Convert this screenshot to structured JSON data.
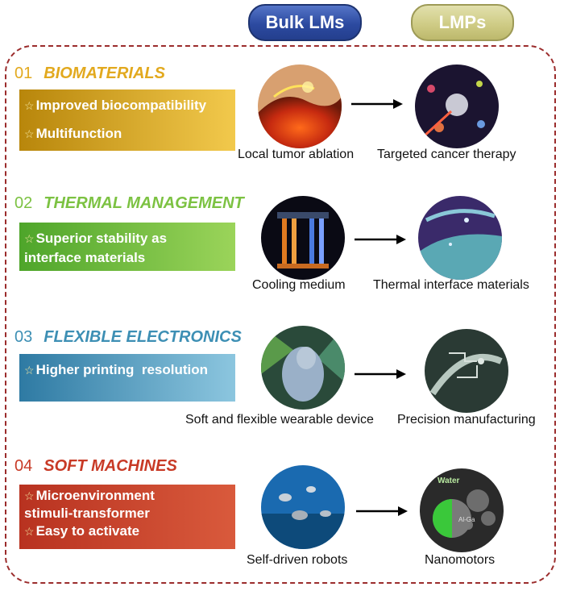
{
  "header": {
    "bulk_label": "Bulk LMs",
    "lmp_label": "LMPs"
  },
  "sections": [
    {
      "number": "01",
      "title": "BIOMATERIALS",
      "title_color": "#e2a91e",
      "box_gradient": [
        "#b8860b",
        "#f2c94c"
      ],
      "points": [
        "Improved biocompatibility",
        "Multifunction"
      ],
      "left_caption": "Local tumor ablation",
      "right_caption": "Targeted cancer therapy",
      "left_icon": "tumor-ablation-image",
      "right_icon": "nanoparticle-therapy-image"
    },
    {
      "number": "02",
      "title": "THERMAL MANAGEMENT",
      "title_color": "#7cc242",
      "box_gradient": [
        "#4ea52a",
        "#9bd45a"
      ],
      "points": [
        "Superior stability as",
        "interface materials"
      ],
      "left_caption": "Cooling medium",
      "right_caption": "Thermal interface materials",
      "left_icon": "cooling-medium-image",
      "right_icon": "thermal-interface-image"
    },
    {
      "number": "03",
      "title": "FLEXIBLE ELECTRONICS",
      "title_color": "#3d8fb4",
      "box_gradient": [
        "#2e7aa3",
        "#8cc6df"
      ],
      "points": [
        "Higher printing  resolution"
      ],
      "left_caption": "Soft and flexible wearable device",
      "right_caption": "Precision manufacturing",
      "left_icon": "wearable-device-image",
      "right_icon": "precision-circuit-image"
    },
    {
      "number": "04",
      "title": "SOFT MACHINES",
      "title_color": "#c83a26",
      "box_gradient": [
        "#b83220",
        "#d95a3c"
      ],
      "points": [
        "Microenvironment",
        "stimuli-transformer",
        "Easy to activate"
      ],
      "left_caption": "Self-driven robots",
      "right_caption": "Nanomotors",
      "left_icon": "self-driven-robots-image",
      "right_icon": "nanomotor-image",
      "right_labels": [
        "Water",
        "Al-Ga"
      ]
    }
  ]
}
